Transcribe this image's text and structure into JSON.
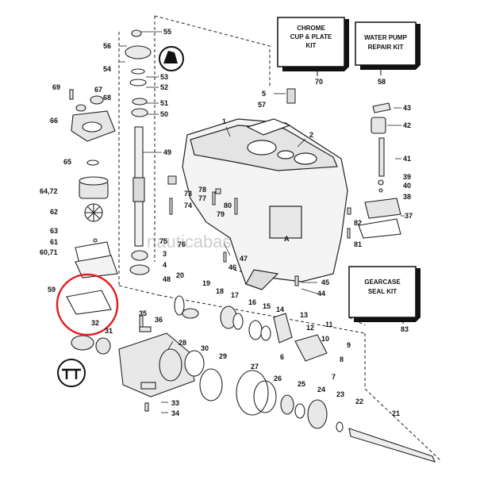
{
  "watermark": "nauticabaslica.it",
  "kits": {
    "chrome": {
      "line1": "CHROME",
      "line2": "CUP & PLATE",
      "line3": "KIT",
      "number": "70"
    },
    "waterpump": {
      "line1": "WATER PUMP",
      "line2": "REPAIR KIT",
      "number": "58"
    },
    "gearcase": {
      "line1": "GEARCASE",
      "line2": "SEAL KIT",
      "number": "83"
    }
  },
  "callouts": [
    "55",
    "56",
    "54",
    "53",
    "52",
    "51",
    "50",
    "49",
    "69",
    "67",
    "68",
    "66",
    "65",
    "64,72",
    "62",
    "63",
    "61",
    "60,71",
    "59",
    "32",
    "31",
    "5",
    "57",
    "1",
    "2",
    "43",
    "42",
    "41",
    "39",
    "40",
    "38",
    "37",
    "73",
    "78",
    "77",
    "74",
    "80",
    "79",
    "82",
    "81",
    "75",
    "76",
    "3",
    "47",
    "46",
    "4",
    "48",
    "20",
    "19",
    "18",
    "17",
    "16",
    "15",
    "14",
    "13",
    "12",
    "11",
    "10",
    "9",
    "8",
    "7",
    "6",
    "45",
    "44",
    "35",
    "36",
    "28",
    "30",
    "29",
    "27",
    "26",
    "25",
    "24",
    "23",
    "22",
    "21",
    "33",
    "34",
    "A"
  ],
  "highlight": {
    "color": "#e02020",
    "part": "59"
  }
}
